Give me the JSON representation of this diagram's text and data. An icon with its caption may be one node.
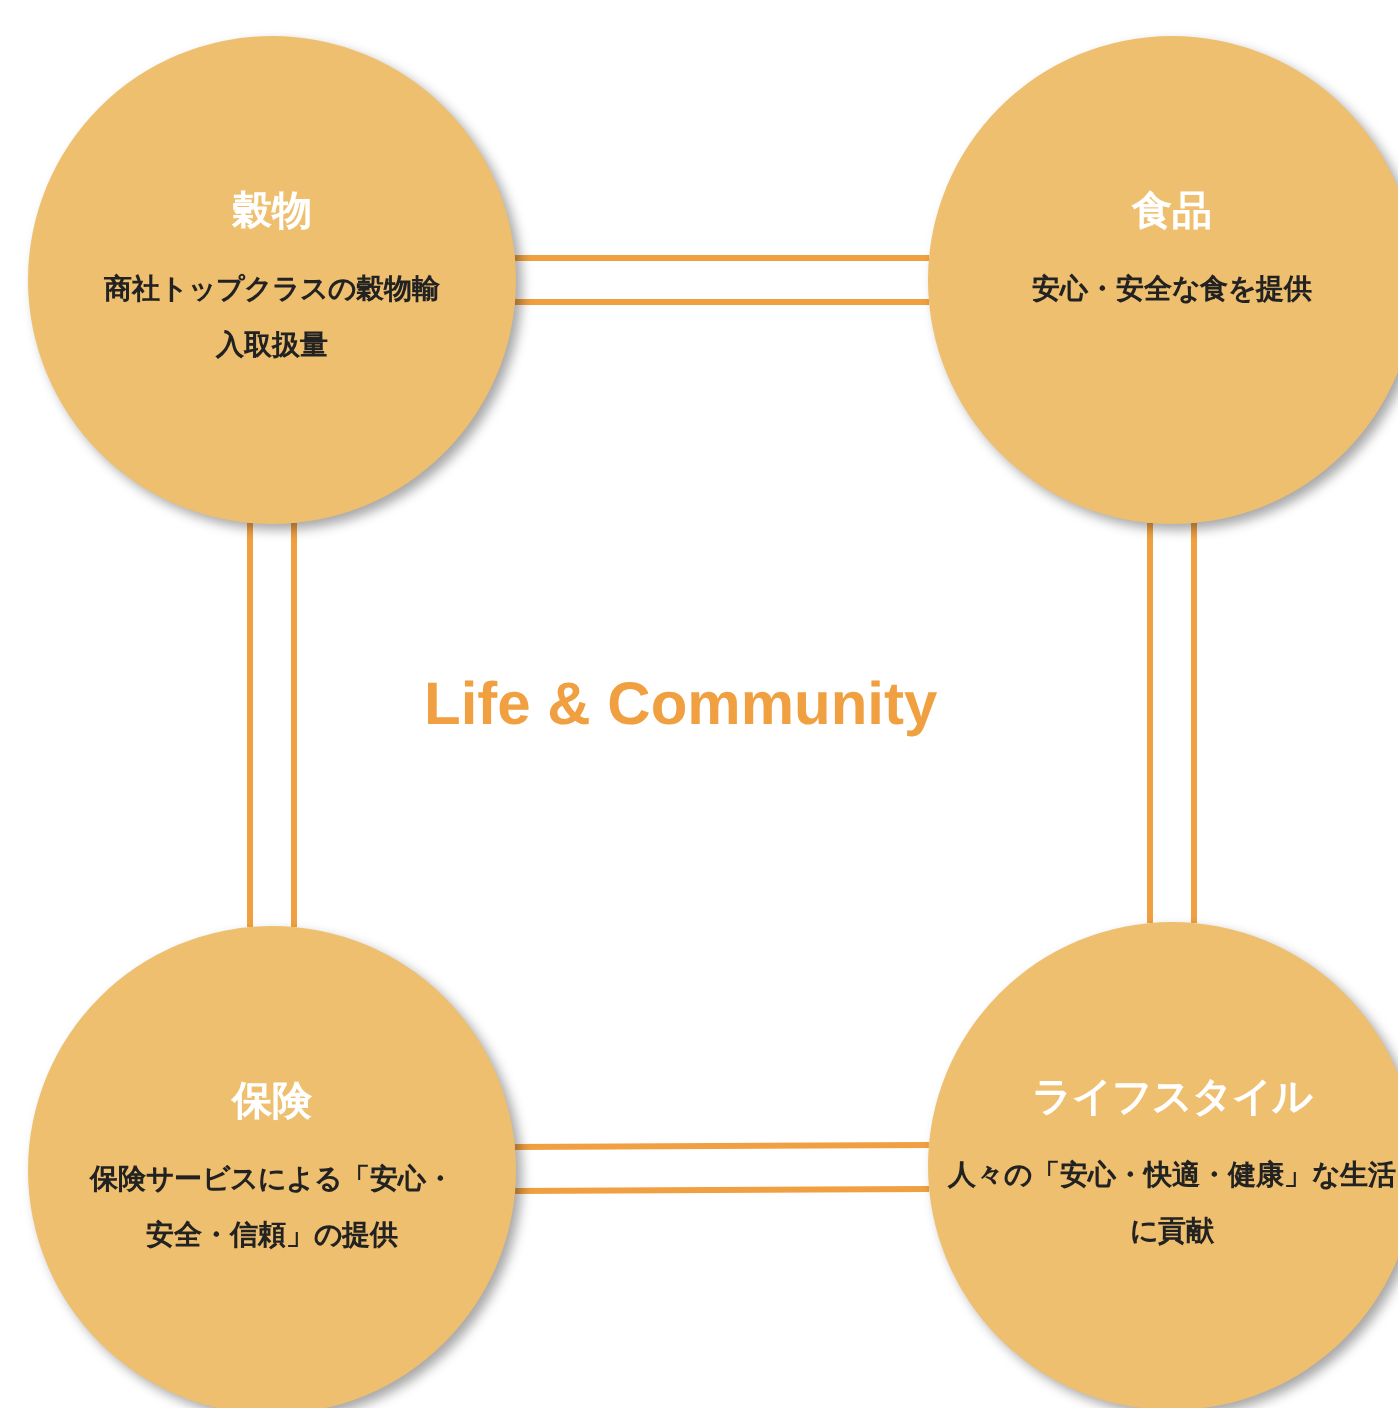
{
  "diagram": {
    "nodes": [
      {
        "text": [
          "穀物",
          "商社トップクラスの穀物輸入取扱量"
        ]
      },
      {
        "text": [
          "食品",
          "安心・安全な食を提供"
        ]
      },
      {
        "text": [
          "保険",
          "保険サービスによる「安心・安全・信頼」の提供"
        ]
      },
      {
        "text": [
          "ライフスタイル",
          "人々の「安心・快適・健康」な生活に貢献"
        ]
      }
    ],
    "edges": [
      {
        "from": 0,
        "to": 1,
        "arrow": "none"
      },
      {
        "from": 0,
        "to": 2,
        "arrow": "none"
      },
      {
        "from": 1,
        "to": 3,
        "arrow": "none"
      },
      {
        "from": 2,
        "to": 3,
        "arrow": "none"
      }
    ],
    "labels": [
      "Life & Community"
    ]
  }
}
